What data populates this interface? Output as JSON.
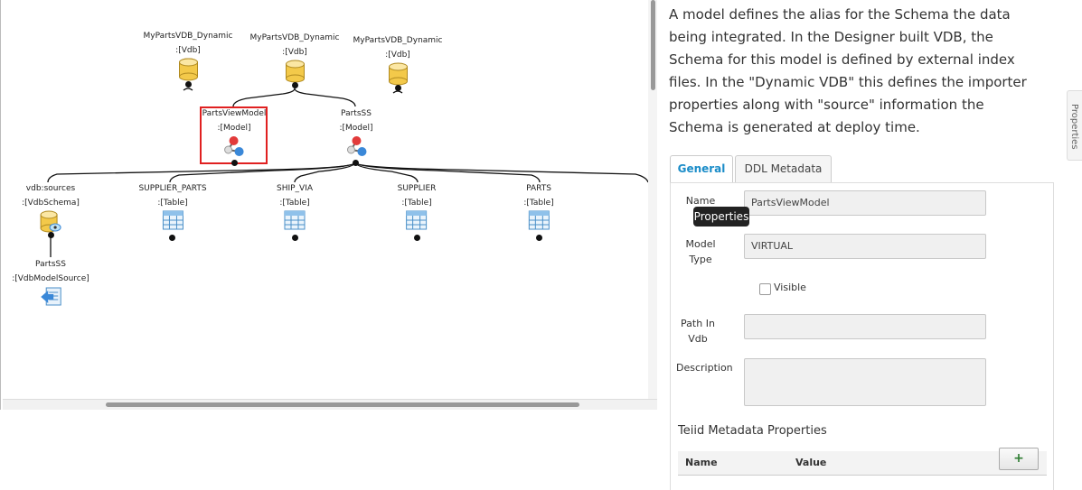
{
  "diagram": {
    "vdb_nodes": [
      {
        "name": "MyPartsVDB_Dynamic",
        "type": ":[Vdb]"
      },
      {
        "name": "MyPartsVDB_Dynamic",
        "type": ":[Vdb]"
      },
      {
        "name": "MyPartsVDB_Dynamic",
        "type": ":[Vdb]"
      }
    ],
    "model_nodes": [
      {
        "name": "PartsViewModel",
        "type": ":[Model]"
      },
      {
        "name": "PartsSS",
        "type": ":[Model]"
      }
    ],
    "child_nodes": [
      {
        "name": "vdb:sources",
        "type": ":[VdbSchema]"
      },
      {
        "name": "SUPPLIER_PARTS",
        "type": ":[Table]"
      },
      {
        "name": "SHIP_VIA",
        "type": ":[Table]"
      },
      {
        "name": "SUPPLIER",
        "type": ":[Table]"
      },
      {
        "name": "PARTS",
        "type": ":[Table]"
      }
    ],
    "source_node": {
      "name": "PartsSS",
      "type": ":[VdbModelSource]"
    }
  },
  "description": "A model defines the alias for the Schema the data being integrated. In the Designer built VDB, the Schema for this model is defined by external index files. In the \"Dynamic VDB\" this defines the importer properties along with \"source\" information the Schema is generated at deploy time.",
  "side_tab": "Properties",
  "tabs": [
    "General",
    "DDL Metadata"
  ],
  "form": {
    "name_label": "Name",
    "name_value": "PartsViewModel",
    "tooltip": "Properties",
    "model_type_label_1": "Model",
    "model_type_label_2": "Type",
    "model_type_value": "VIRTUAL",
    "visible_label": "Visible",
    "path_label_1": "Path In",
    "path_label_2": "Vdb",
    "path_value": "",
    "description_label": "Description",
    "description_value": ""
  },
  "teiid": {
    "title": "Teiid Metadata Properties",
    "add_label": "+",
    "col_name": "Name",
    "col_value": "Value"
  }
}
